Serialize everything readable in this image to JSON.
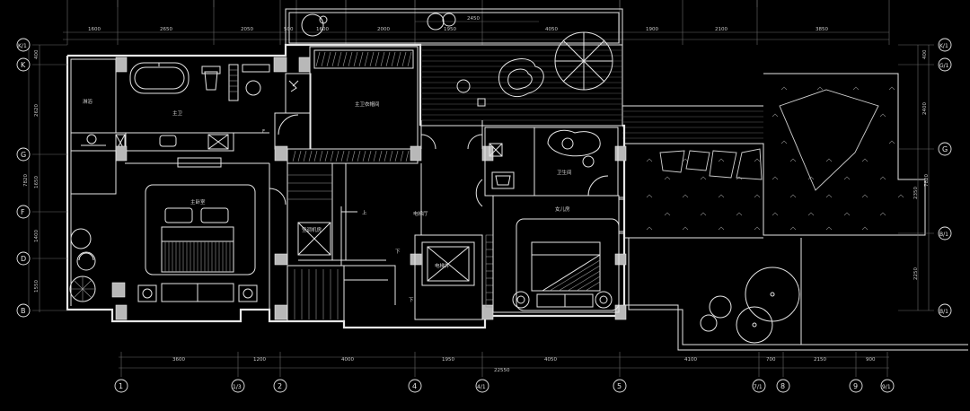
{
  "rooms": {
    "shower": "淋浴",
    "master_bath": "主卫",
    "master_closet": "主卫衣帽间",
    "master_bedroom": "主卧室",
    "elevator_hall": "电梯厅",
    "elevator": "电梯井",
    "shaft": "空调机房",
    "bath2": "卫生间",
    "daughter_room": "女儿房"
  },
  "stair_marks": {
    "up": "上",
    "down1": "下",
    "down2": "下",
    "door_f": "F"
  },
  "top_dims": [
    "1600",
    "2650",
    "2050",
    "500",
    "1600",
    "2000",
    "1950",
    "4050",
    "1900",
    "2100",
    "3850"
  ],
  "top_dim_over": "2450",
  "bottom_dims": [
    "3600",
    "1200",
    "4000",
    "1950",
    "4050",
    "4100",
    "700",
    "2150",
    "900"
  ],
  "bottom_total": "22550",
  "left_dims": [
    "400",
    "2620",
    "7820",
    "1650",
    "1400",
    "1550"
  ],
  "right_dims": [
    "400",
    "2400",
    "7820",
    "2350",
    "2250"
  ],
  "left_axes": [
    "K/1",
    "K",
    "G",
    "F",
    "D",
    "B"
  ],
  "right_axes": [
    "K/1",
    "G/1",
    "G",
    "B/1",
    "B/1"
  ],
  "bottom_axes": [
    "1",
    "1/3",
    "2",
    "4",
    "4/1",
    "5",
    "7/1",
    "8",
    "9",
    "9/1"
  ],
  "colors": {
    "background": "#000000",
    "lines": "#e6e6e6"
  }
}
